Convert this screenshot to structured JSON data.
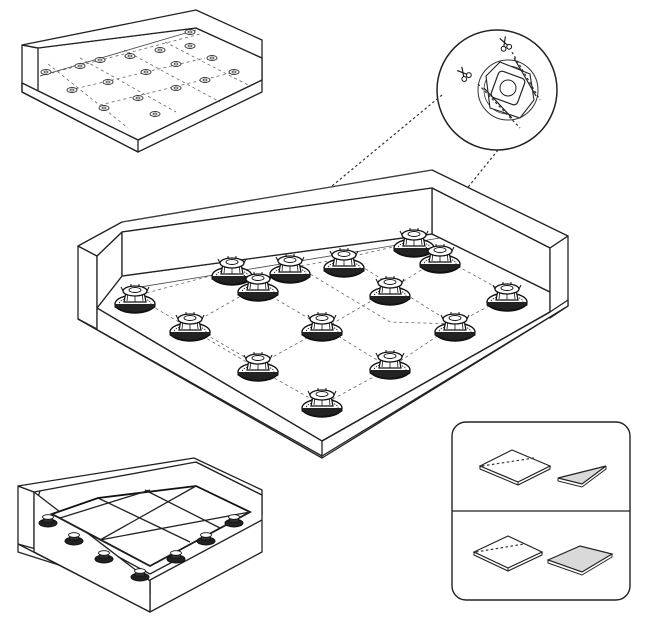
{
  "figure": {
    "steps": [
      "step-plan-grid",
      "step-pedestals-placed",
      "step-tiles-laid"
    ],
    "detail_icons": [
      "scissors-icon",
      "scissors-icon"
    ],
    "cut_panel": {
      "rows": [
        "cut-corner-triangle",
        "cut-corner-trapezoid"
      ]
    },
    "colors": {
      "line": "#222222",
      "cut_piece_fill": "#d9d9d9",
      "background": "#ffffff"
    }
  }
}
